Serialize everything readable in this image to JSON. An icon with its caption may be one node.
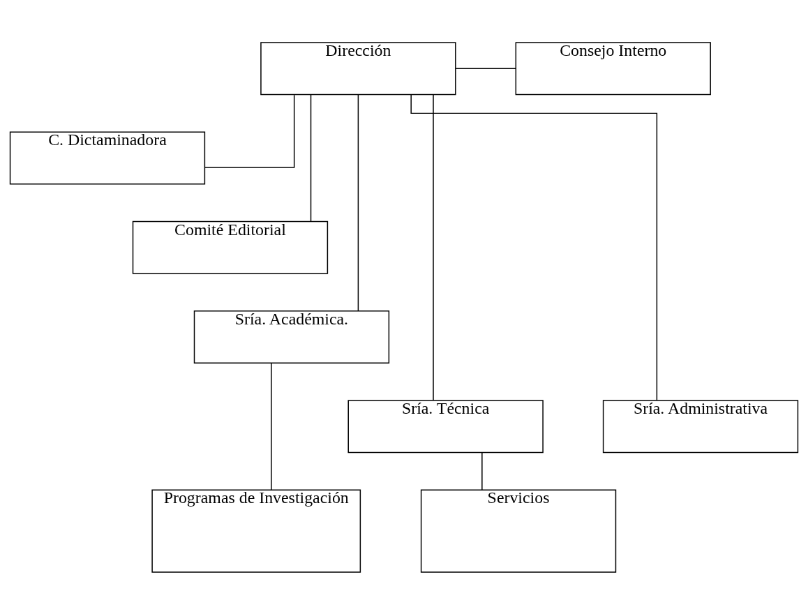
{
  "diagram": {
    "nodes": [
      {
        "text": [
          "Dirección"
        ]
      },
      {
        "text": [
          "Consejo Interno"
        ]
      },
      {
        "text": [
          "C. Dictaminadora"
        ]
      },
      {
        "text": [
          "Comité Editorial"
        ]
      },
      {
        "text": [
          "Sría. Académica."
        ]
      },
      {
        "text": [
          "Sría. Técnica"
        ]
      },
      {
        "text": [
          "Sría. Administrativa"
        ]
      },
      {
        "text": [
          "Programas de Investigación"
        ]
      },
      {
        "text": [
          "Servicios"
        ]
      }
    ],
    "edges": [
      {
        "from": 0,
        "to": 1,
        "arrow": "none"
      },
      {
        "from": 0,
        "to": 2,
        "arrow": "none"
      },
      {
        "from": 0,
        "to": 3,
        "arrow": "none"
      },
      {
        "from": 0,
        "to": 4,
        "arrow": "none"
      },
      {
        "from": 0,
        "to": 5,
        "arrow": "none"
      },
      {
        "from": 0,
        "to": 6,
        "arrow": "none"
      },
      {
        "from": 4,
        "to": 7,
        "arrow": "none"
      },
      {
        "from": 5,
        "to": 8,
        "arrow": "none"
      }
    ]
  }
}
